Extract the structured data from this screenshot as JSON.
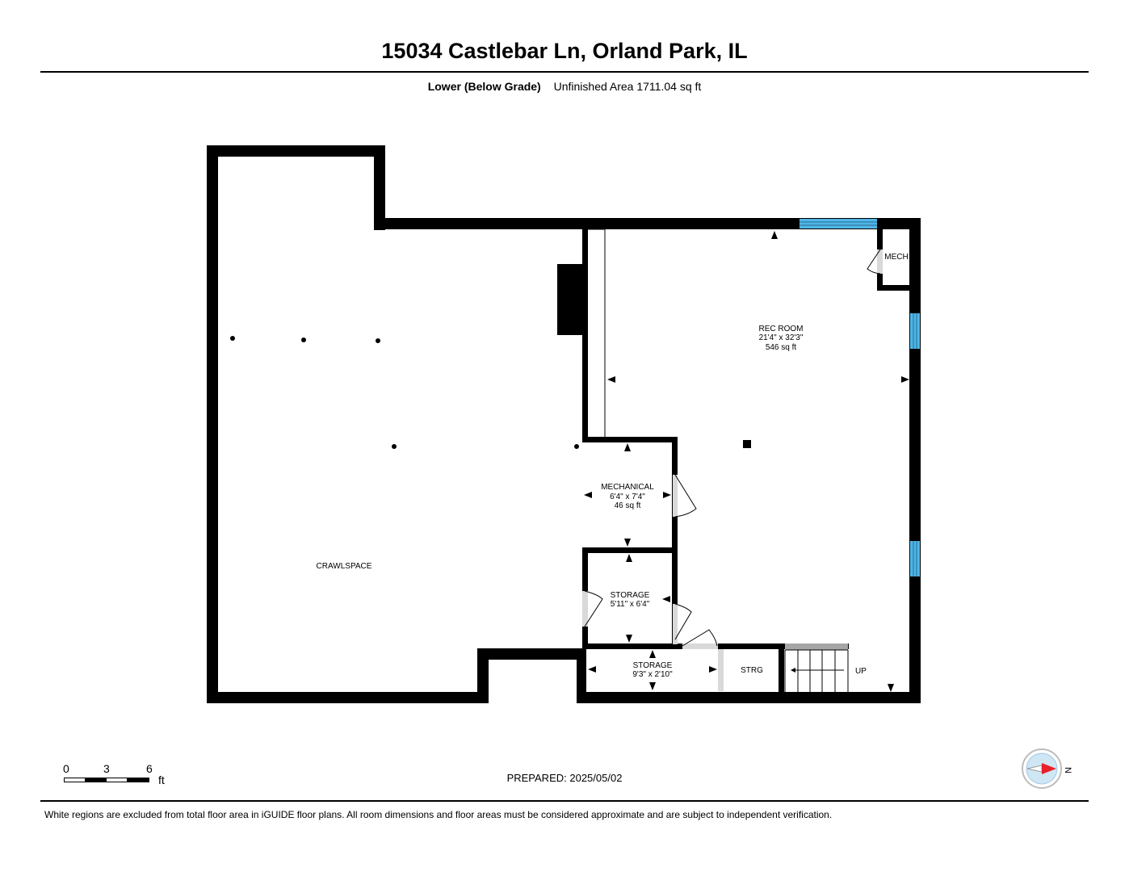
{
  "header": {
    "address": "15034 Castlebar Ln, Orland Park, IL",
    "level_name": "Lower (Below Grade)",
    "area_text": "Unfinished Area 1711.04 sq ft"
  },
  "rooms": {
    "rec_room": {
      "name": "REC ROOM",
      "dims": "21'4\" x 32'3\"",
      "area": "546 sq ft"
    },
    "mechanical": {
      "name": "MECHANICAL",
      "dims": "6'4\" x 7'4\"",
      "area": "46 sq ft"
    },
    "storage_1": {
      "name": "STORAGE",
      "dims": "5'11\" x 6'4\""
    },
    "storage_2": {
      "name": "STORAGE",
      "dims": "9'3\" x 2'10\""
    },
    "crawlspace": {
      "name": "CRAWLSPACE"
    },
    "mech_closet": {
      "name": "MECH"
    },
    "strg": {
      "name": "STRG"
    },
    "stairs": {
      "label": "UP"
    }
  },
  "scale": {
    "marks": [
      "0",
      "3",
      "6"
    ],
    "unit": "ft"
  },
  "footer": {
    "prepared": "PREPARED: 2025/05/02",
    "disclaimer": "White regions are excluded from total floor area in iGUIDE floor plans. All room dimensions and floor areas must be considered approximate and are subject to independent verification."
  },
  "compass": {
    "label": "N",
    "needle_color": "#e8202a"
  },
  "colors": {
    "window": "#4fb6e6",
    "wall": "#000000",
    "door": "#d9d9d9"
  }
}
